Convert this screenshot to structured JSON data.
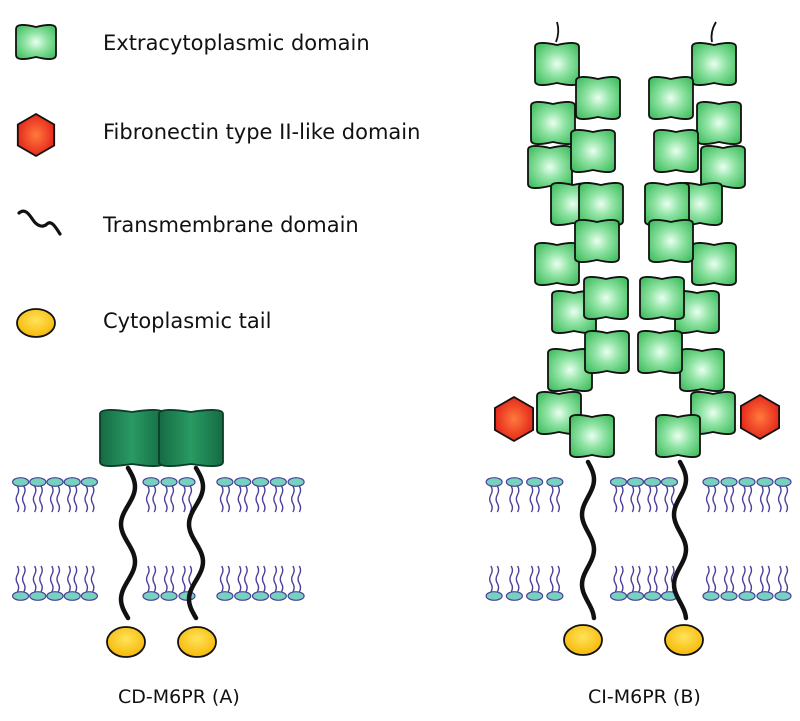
{
  "legend": [
    {
      "key": "extracytoplasmic",
      "label": "Extracytoplasmic domain",
      "icon": "green-cylinder-icon"
    },
    {
      "key": "fibronectin",
      "label": "Fibronectin type II-like domain",
      "icon": "red-hexagon-icon"
    },
    {
      "key": "transmembrane",
      "label": "Transmembrane domain",
      "icon": "black-squiggle-icon"
    },
    {
      "key": "cytoplasmic",
      "label": "Cytoplasmic tail",
      "icon": "yellow-oval-icon"
    }
  ],
  "captions": {
    "a": "CD-M6PR (A)",
    "b": "CI-M6PR (B)"
  },
  "colors": {
    "domain_light": "#5fd47a",
    "domain_center": "#e9fff0",
    "domain_dark": "#17714a",
    "domain_dark_edge": "#0c3d28",
    "fibronectin": "#e8231b",
    "tail": "#ffc400",
    "lipid_head": "#77d1bf",
    "lipid_tail": "#4a3f99"
  }
}
